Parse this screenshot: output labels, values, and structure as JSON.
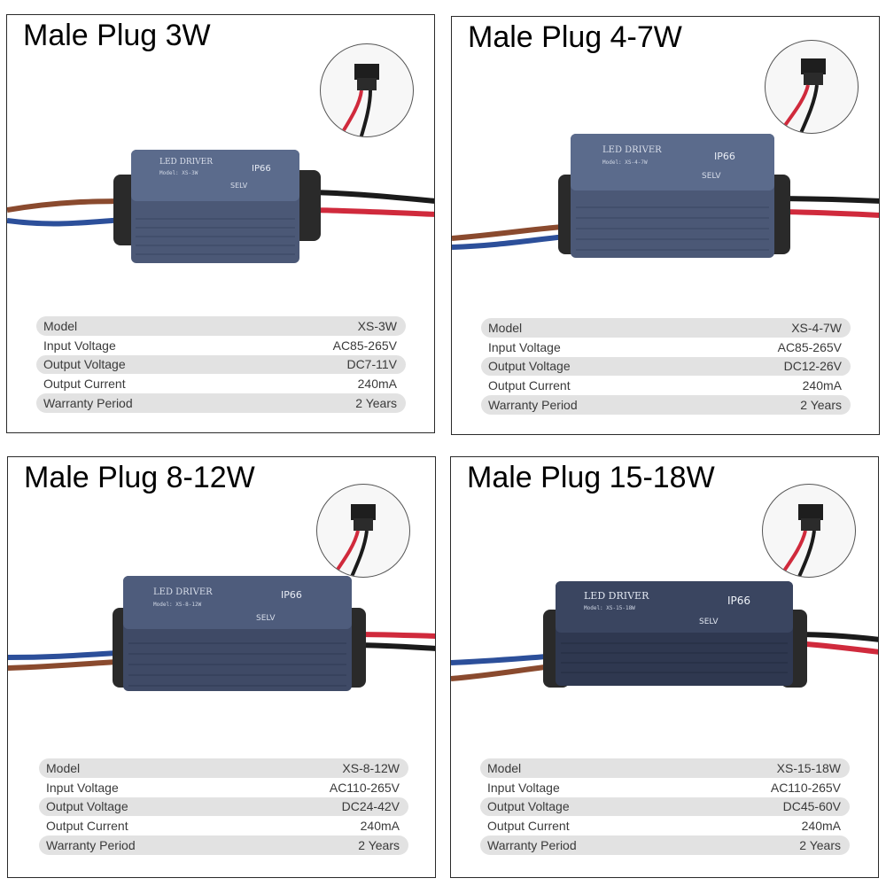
{
  "panels": [
    {
      "title": "Male Plug 3W",
      "driver": {
        "label": "LED DRIVER",
        "rating": "IP66",
        "model_text": "Model: XS-3W",
        "selv": "SELV"
      },
      "specs": [
        {
          "label": "Model",
          "value": "XS-3W"
        },
        {
          "label": "Input Voltage",
          "value": "AC85-265V"
        },
        {
          "label": "Output Voltage",
          "value": "DC7-11V"
        },
        {
          "label": "Output Current",
          "value": "240mA"
        },
        {
          "label": "Warranty Period",
          "value": "2 Years"
        }
      ]
    },
    {
      "title": "Male Plug 4-7W",
      "driver": {
        "label": "LED DRIVER",
        "rating": "IP66",
        "model_text": "Model: XS-4-7W",
        "selv": "SELV"
      },
      "specs": [
        {
          "label": "Model",
          "value": "XS-4-7W"
        },
        {
          "label": "Input Voltage",
          "value": "AC85-265V"
        },
        {
          "label": "Output Voltage",
          "value": "DC12-26V"
        },
        {
          "label": "Output Current",
          "value": "240mA"
        },
        {
          "label": "Warranty Period",
          "value": "2 Years"
        }
      ]
    },
    {
      "title": "Male Plug 8-12W",
      "driver": {
        "label": "LED DRIVER",
        "rating": "IP66",
        "model_text": "Model: XS-8-12W",
        "selv": "SELV"
      },
      "specs": [
        {
          "label": "Model",
          "value": "XS-8-12W"
        },
        {
          "label": "Input Voltage",
          "value": "AC110-265V"
        },
        {
          "label": "Output Voltage",
          "value": "DC24-42V"
        },
        {
          "label": "Output Current",
          "value": "240mA"
        },
        {
          "label": "Warranty Period",
          "value": "2 Years"
        }
      ]
    },
    {
      "title": "Male Plug 15-18W",
      "driver": {
        "label": "LED DRIVER",
        "rating": "IP66",
        "model_text": "Model: XS-15-18W",
        "selv": "SELV"
      },
      "specs": [
        {
          "label": "Model",
          "value": "XS-15-18W"
        },
        {
          "label": "Input Voltage",
          "value": "AC110-265V"
        },
        {
          "label": "Output Voltage",
          "value": "DC45-60V"
        },
        {
          "label": "Output Current",
          "value": "240mA"
        },
        {
          "label": "Warranty Period",
          "value": "2 Years"
        }
      ]
    }
  ],
  "colors": {
    "wire_brown": "#8a4a2e",
    "wire_blue": "#2c4f9a",
    "wire_red": "#d02a3c",
    "wire_black": "#1b1b1b",
    "driver_body": "#4b5876",
    "driver_top": "#5b6b8c",
    "plug_black": "#2a2a2a",
    "row_shade": "#e2e2e2"
  }
}
